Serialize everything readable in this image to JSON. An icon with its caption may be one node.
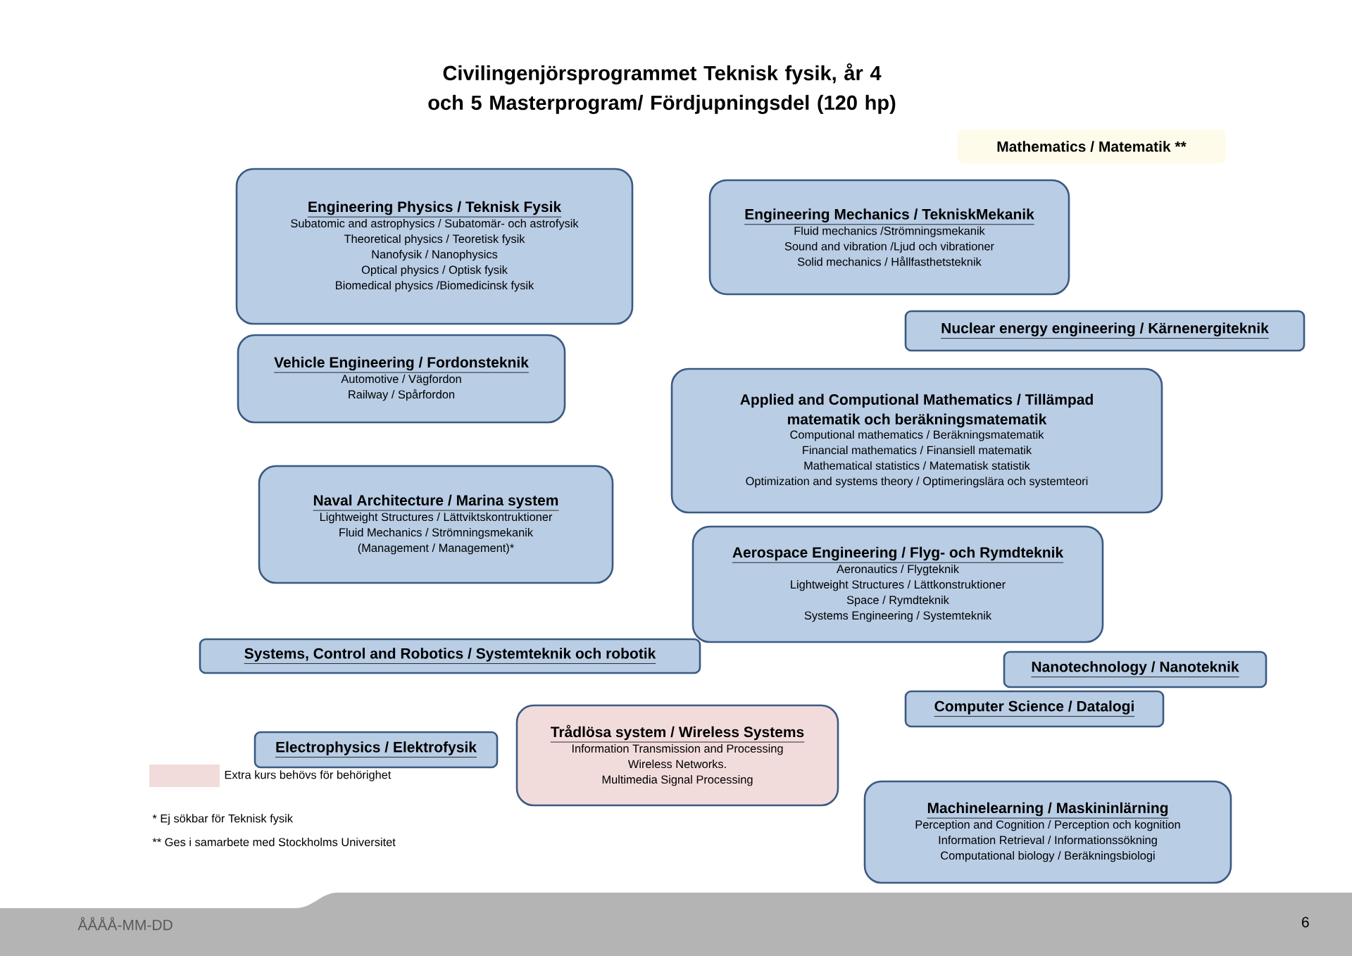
{
  "diagram": {
    "title": "Civilingenjörsprogrammet Teknisk fysik, år 4 och 5 Masterprogram/ Fördjupningsdel (120 hp)",
    "nodes": [
      {
        "text": [
          "Mathematics / Matematik **"
        ]
      },
      {
        "text": [
          "Engineering Physics / Teknisk Fysik",
          "Subatomic and astrophysics / Subatomär- och astrofysik",
          "Theoretical physics / Teoretisk fysik",
          "Nanofysik / Nanophysics",
          "Optical physics / Optisk fysik",
          "Biomedical physics /Biomedicinsk fysik"
        ]
      },
      {
        "text": [
          "Engineering Mechanics / TekniskMekanik",
          "Fluid mechanics /Strömningsmekanik",
          "Sound and vibration /Ljud och vibrationer",
          "Solid mechanics / Hållfasthetsteknik"
        ]
      },
      {
        "text": [
          "Nuclear energy engineering / Kärnenergiteknik"
        ]
      },
      {
        "text": [
          "Vehicle Engineering / Fordonsteknik",
          "Automotive / Vägfordon",
          "Railway / Spårfordon"
        ]
      },
      {
        "text": [
          "Applied and Computional Mathematics / Tillämpad matematik och beräkningsmatematik",
          "Computional mathematics / Beräkningsmatematik",
          "Financial mathematics / Finansiell matematik",
          "Mathematical statistics / Matematisk statistik",
          "Optimization and systems theory / Optimeringslära och systemteori"
        ]
      },
      {
        "text": [
          "Naval Architecture / Marina system",
          "Lightweight Structures / Lättviktskontruktioner",
          "Fluid Mechanics / Strömningsmekanik",
          "(Management / Management)*"
        ]
      },
      {
        "text": [
          "Aerospace Engineering / Flyg- och Rymdteknik",
          "Aeronautics / Flygteknik",
          "Lightweight Structures / Lättkonstruktioner",
          "Space / Rymdteknik",
          "Systems Engineering / Systemteknik"
        ]
      },
      {
        "text": [
          "Systems, Control and Robotics / Systemteknik och robotik"
        ]
      },
      {
        "text": [
          "Nanotechnology / Nanoteknik"
        ]
      },
      {
        "text": [
          "Computer Science / Datalogi"
        ]
      },
      {
        "text": [
          "Trådlösa system / Wireless Systems",
          "Information Transmission and Processing",
          "Wireless Networks.",
          "Multimedia Signal Processing"
        ]
      },
      {
        "text": [
          "Electrophysics / Elektrofysik"
        ]
      },
      {
        "text": [
          "Machinelearning / Maskininlärning",
          "Perception and Cognition / Perception och kognition",
          "Information Retrieval / Informationssökning",
          "Computational biology / Beräkningsbiologi"
        ]
      }
    ],
    "labels": [
      "* Ej sökbar för Teknisk fysik",
      "** Ges i samarbete med Stockholms Universitet",
      "ÅÅÅÅ-MM-DD",
      "6"
    ],
    "legend": [
      {
        "text": "Extra kurs behövs för behörighet",
        "color": "#f2dcdb"
      }
    ]
  }
}
